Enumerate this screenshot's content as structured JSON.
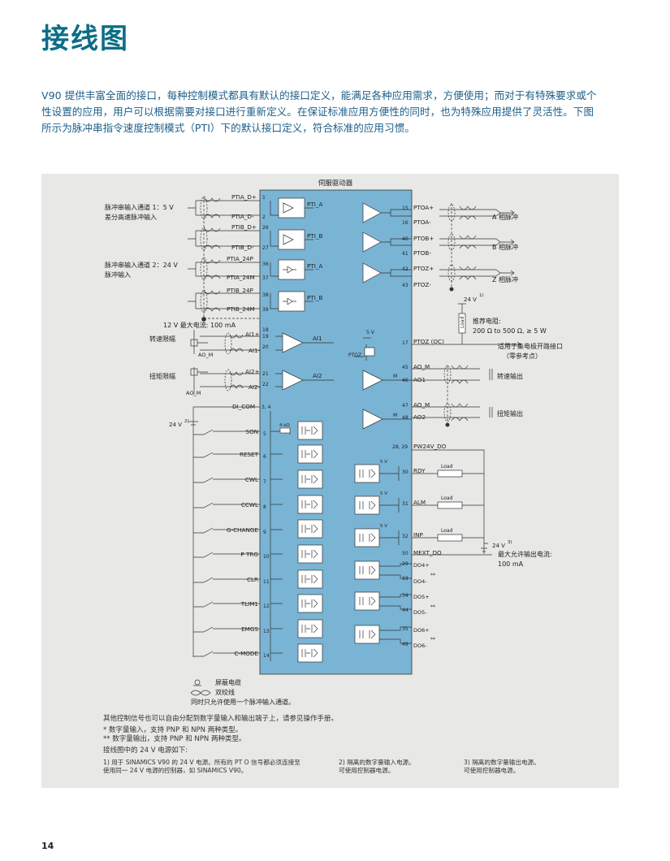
{
  "title": "接线图",
  "intro": [
    "V90 提供丰富全面的接口，每种控制模式都具有默认的接口定义，能满足各种应用需求，方便使用；而对于有特殊要求或个",
    "性设置的应用，用户可以根据需要对接口进行重新定义。在保证标准应用方便性的同时，也为特殊应用提供了灵活性。下图",
    "所示为脉冲串指令速度控制模式（PTI）下的默认接口定义，符合标准的应用习惯。"
  ],
  "diagram": {
    "drive_title": "伺服驱动器",
    "left_labels": {
      "pulse_ch1": [
        "脉冲串输入通道 1：5 V",
        "差分高速脉冲输入"
      ],
      "pulse_ch2": [
        "脉冲串输入通道 2：24 V",
        "脉冲输入"
      ],
      "supply_12v": "12 V 最大电流: 100 mA",
      "speed_limit": "转速限幅",
      "torque_limit": "扭矩限幅",
      "ao_m": "AO_M",
      "v24_left": "24 V"
    },
    "pulse_inputs": [
      {
        "name": "PTIA_D+",
        "pin": "1"
      },
      {
        "name": "PTIA_D-",
        "pin": "2"
      },
      {
        "name": "PTIB_D+",
        "pin": "26"
      },
      {
        "name": "PTIB_D-",
        "pin": "27"
      },
      {
        "name": "PTIA_24P",
        "pin": "36"
      },
      {
        "name": "PTIA_24M",
        "pin": "37"
      },
      {
        "name": "PTIB_24P",
        "pin": "38"
      },
      {
        "name": "PTIB_24M",
        "pin": "39"
      }
    ],
    "pulse_blocks": [
      "PTI_A",
      "PTI_B",
      "PTI_A",
      "PTI_B"
    ],
    "ground_pin": "18",
    "analog_inputs": [
      {
        "name": "AI1+",
        "pin": "19"
      },
      {
        "name": "AI1-",
        "pin": "20"
      },
      {
        "name": "AI2+",
        "pin": "21"
      },
      {
        "name": "AI2-",
        "pin": "22"
      }
    ],
    "ai_blocks": [
      "AI1",
      "AI2"
    ],
    "di_com": {
      "name": "DI_COM",
      "pin": "3, 4"
    },
    "digital_inputs": [
      {
        "name": "SON",
        "pin": "5"
      },
      {
        "name": "RESET",
        "pin": "6"
      },
      {
        "name": "CWL",
        "pin": "7"
      },
      {
        "name": "CCWL",
        "pin": "8"
      },
      {
        "name": "G-CHANGE",
        "pin": "9"
      },
      {
        "name": "P TRG",
        "pin": "10"
      },
      {
        "name": "CLR",
        "pin": "11"
      },
      {
        "name": "TLIM1",
        "pin": "12"
      },
      {
        "name": "EMGS",
        "pin": "13"
      },
      {
        "name": "C-MODE",
        "pin": "14"
      }
    ],
    "resistor_4k": "4 kΩ",
    "pulse_outputs": [
      {
        "name": "PTOA+",
        "pin": "15"
      },
      {
        "name": "PTOA-",
        "pin": "16"
      },
      {
        "name": "PTOB+",
        "pin": "40"
      },
      {
        "name": "PTOB-",
        "pin": "41"
      },
      {
        "name": "PTOZ+",
        "pin": "42"
      },
      {
        "name": "PTOZ-",
        "pin": "43"
      }
    ],
    "pulse_output_labels": [
      "A 相脉冲",
      "B 相脉冲",
      "Z 相脉冲"
    ],
    "v24_top": "24 V",
    "load_vertical": "Load",
    "resistor_text": [
      "推荐电阻:",
      "200 Ω to 500 Ω, ≥ 5 W"
    ],
    "ptoz_oc": {
      "name": "PTOZ (OC)",
      "pin": "17"
    },
    "ptoz_small": "PTOZ",
    "v5": "5 V",
    "oc_text": [
      "适用于集电极开路接口",
      "（零参考点）"
    ],
    "analog_outputs": [
      {
        "name": "AO_M",
        "pin": "45"
      },
      {
        "name": "AO1",
        "pin": "46"
      },
      {
        "name": "AO_M",
        "pin": "47"
      },
      {
        "name": "AO2",
        "pin": "48"
      }
    ],
    "m_label": "M",
    "ao_labels": [
      "转速输出",
      "扭矩输出"
    ],
    "pw24v": {
      "name": "PW24V_DO",
      "pin": "28, 29"
    },
    "relay_outputs": [
      {
        "name": "RDY",
        "pin": "30"
      },
      {
        "name": "ALM",
        "pin": "31"
      },
      {
        "name": "INP",
        "pin": "32"
      }
    ],
    "load": "Load",
    "mext": {
      "name": "MEXT_DO",
      "pin": "50"
    },
    "supply_24v_right": [
      "24 V",
      "最大允许输出电流:",
      "100 mA"
    ],
    "do_outputs": [
      {
        "plus": "DO4+",
        "plus_pin": "29",
        "minus": "DO4-",
        "minus_pin": "33"
      },
      {
        "plus": "DO5+",
        "plus_pin": "34",
        "minus": "DO5-",
        "minus_pin": "44"
      },
      {
        "plus": "DO6+",
        "plus_pin": "35",
        "minus": "DO6-",
        "minus_pin": "49"
      }
    ],
    "double_star": "**",
    "footnote_marks": {
      "one": "1)",
      "two": "2)",
      "three": "3)"
    },
    "legend": [
      "屏蔽电缆",
      "双绞线",
      "同时只允许使用一个脉冲输入通道。"
    ]
  },
  "notes": {
    "main": "其他控制信号也可以自由分配到数字量输入和输出端子上，请参见操作手册。",
    "star1": "* 数字量输入，支持 PNP 和 NPN 两种类型。",
    "star2": "** 数字量输出，支持 PNP 和 NPN 两种类型。",
    "wiring24": "接线图中的 24 V 电源如下:",
    "fn1": [
      "1) 用于 SINAMICS V90 的 24 V 电源。所有的 PT O 信号都必须连接至",
      "使用同一 24 V 电源的控制器，如 SINAMICS V90。"
    ],
    "fn2": [
      "2) 隔离的数字量输入电源。",
      "可使用控制器电源。"
    ],
    "fn3": [
      "3) 隔离的数字量输出电源。",
      "可使用控制器电源。"
    ]
  },
  "colors": {
    "title": "#0b6e86",
    "drive": "#7ab4d4",
    "panel": "#e8e8e6"
  },
  "page_number": "14"
}
